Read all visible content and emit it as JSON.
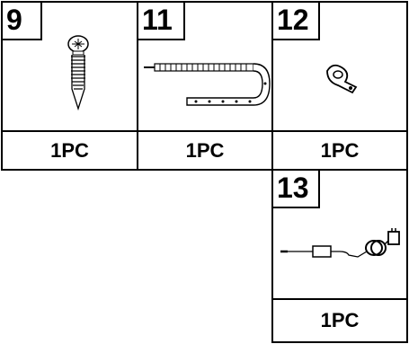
{
  "parts": [
    {
      "number": "9",
      "icon": "screw-icon",
      "quantity": "1PC"
    },
    {
      "number": "11",
      "icon": "led-strip-icon",
      "quantity": "1PC"
    },
    {
      "number": "12",
      "icon": "cable-clip-icon",
      "quantity": "1PC"
    },
    {
      "number": "13",
      "icon": "power-adapter-icon",
      "quantity": "1PC"
    }
  ]
}
